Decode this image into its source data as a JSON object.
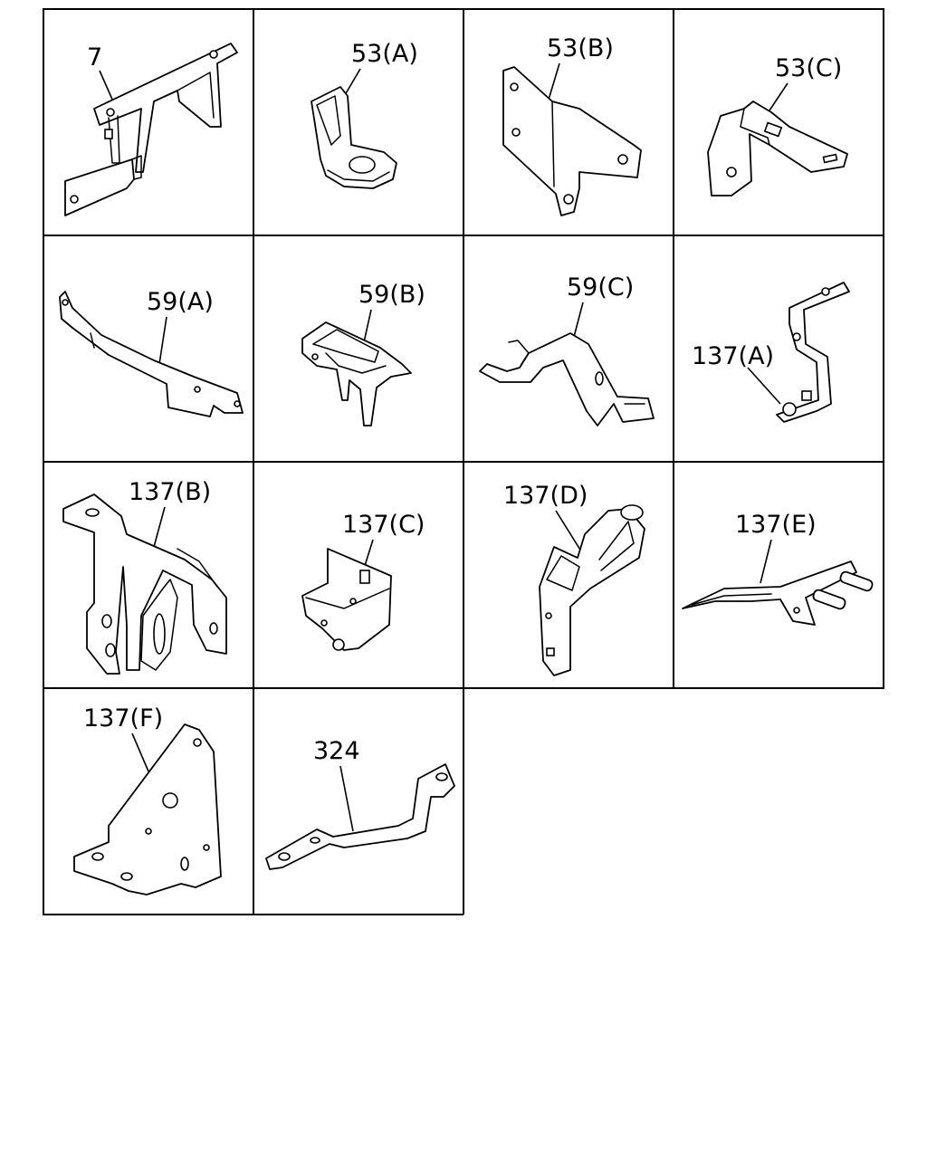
{
  "parts": [
    {
      "id": "p7",
      "label": "7"
    },
    {
      "id": "p53a",
      "label": "53(A)"
    },
    {
      "id": "p53b",
      "label": "53(B)"
    },
    {
      "id": "p53c",
      "label": "53(C)"
    },
    {
      "id": "p59a",
      "label": "59(A)"
    },
    {
      "id": "p59b",
      "label": "59(B)"
    },
    {
      "id": "p59c",
      "label": "59(C)"
    },
    {
      "id": "p137a",
      "label": "137(A)"
    },
    {
      "id": "p137b",
      "label": "137(B)"
    },
    {
      "id": "p137c",
      "label": "137(C)"
    },
    {
      "id": "p137d",
      "label": "137(D)"
    },
    {
      "id": "p137e",
      "label": "137(E)"
    },
    {
      "id": "p137f",
      "label": "137(F)"
    },
    {
      "id": "p324",
      "label": "324"
    }
  ]
}
